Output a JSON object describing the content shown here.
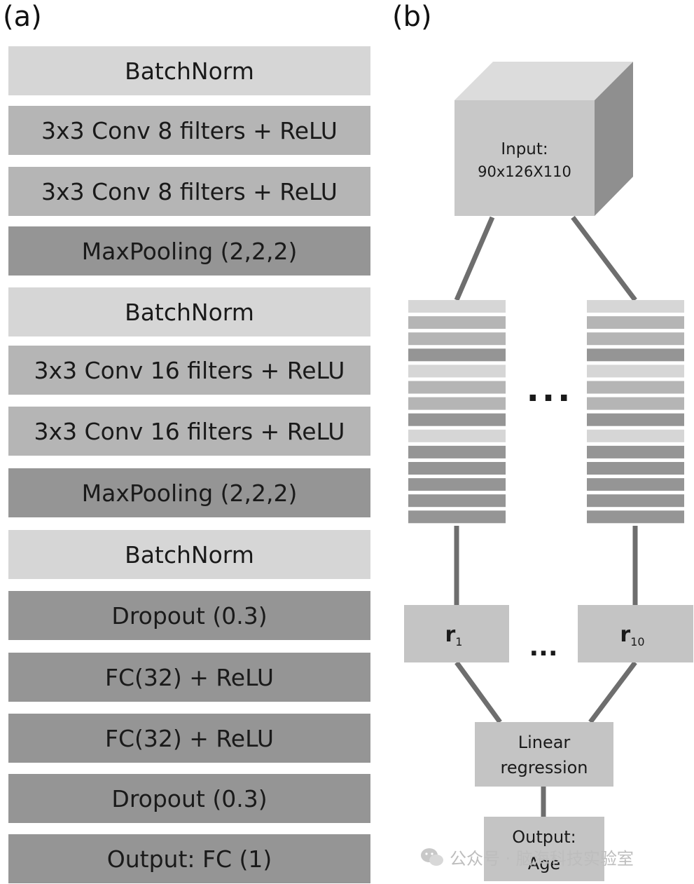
{
  "panels": {
    "a": "(a)",
    "b": "(b)"
  },
  "layers": [
    {
      "label": "BatchNorm",
      "shade": "bn"
    },
    {
      "label": "3x3 Conv 8 filters + ReLU",
      "shade": "conv"
    },
    {
      "label": "3x3 Conv 8 filters + ReLU",
      "shade": "conv"
    },
    {
      "label": "MaxPooling (2,2,2)",
      "shade": "dark"
    },
    {
      "label": "BatchNorm",
      "shade": "bn"
    },
    {
      "label": "3x3 Conv 16 filters + ReLU",
      "shade": "conv"
    },
    {
      "label": "3x3 Conv 16 filters + ReLU",
      "shade": "conv"
    },
    {
      "label": "MaxPooling (2,2,2)",
      "shade": "dark"
    },
    {
      "label": "BatchNorm",
      "shade": "bn"
    },
    {
      "label": "Dropout (0.3)",
      "shade": "dark"
    },
    {
      "label": "FC(32) + ReLU",
      "shade": "dark"
    },
    {
      "label": "FC(32) + ReLU",
      "shade": "dark"
    },
    {
      "label": "Dropout (0.3)",
      "shade": "dark"
    },
    {
      "label": "Output: FC (1)",
      "shade": "dark"
    }
  ],
  "ensemble": {
    "input_line1": "Input:",
    "input_line2": "90x126X110",
    "ellipsis_mid": "...",
    "ellipsis_low": "...",
    "r1_symbol": "r",
    "r1_sub": "1",
    "r10_symbol": "r",
    "r10_sub": "10",
    "linreg_line1": "Linear",
    "linreg_line2": "regression",
    "output_line1": "Output:",
    "output_line2": "Age"
  },
  "colors": {
    "bn": "#d6d6d6",
    "conv": "#b5b5b5",
    "dark": "#959595",
    "box": "#c4c4c4",
    "line": "#6e6e6e"
  },
  "watermark": {
    "icon": "wechat-icon",
    "text": "公众号 · 脑海科技实验室"
  }
}
